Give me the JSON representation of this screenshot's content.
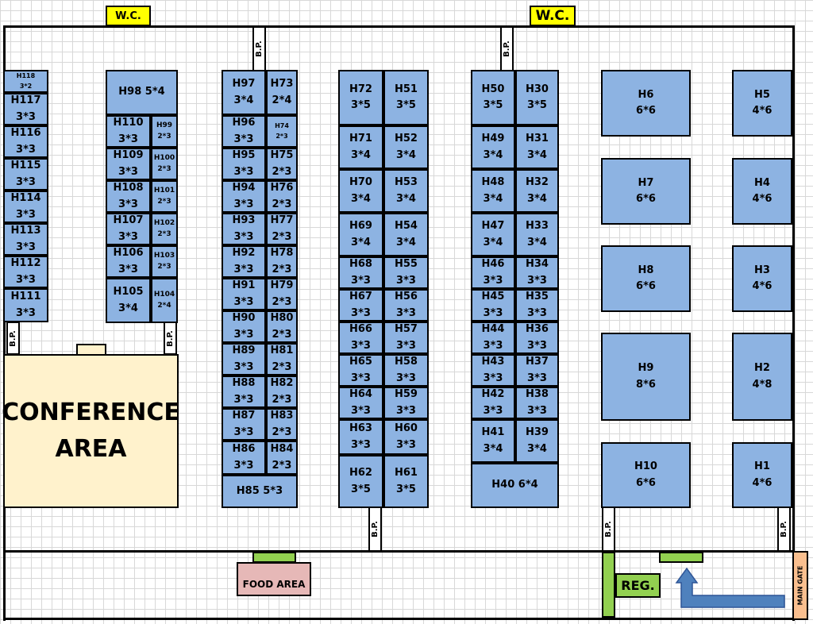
{
  "wc": [
    "W.C.",
    "W.C."
  ],
  "bp": "B.P.",
  "conference": [
    "CONFERENCE",
    "AREA"
  ],
  "food_area": "FOOD AREA",
  "registration": "REG.",
  "main_gate": "MAIN GATE",
  "booths": {
    "H1": [
      "H1",
      "4*6"
    ],
    "H2": [
      "H2",
      "4*8"
    ],
    "H3": [
      "H3",
      "4*6"
    ],
    "H4": [
      "H4",
      "4*6"
    ],
    "H5": [
      "H5",
      "4*6"
    ],
    "H6": [
      "H6",
      "6*6"
    ],
    "H7": [
      "H7",
      "6*6"
    ],
    "H8": [
      "H8",
      "6*6"
    ],
    "H9": [
      "H9",
      "8*6"
    ],
    "H10": [
      "H10",
      "6*6"
    ],
    "H30": [
      "H30",
      "3*5"
    ],
    "H31": [
      "H31",
      "3*4"
    ],
    "H32": [
      "H32",
      "3*4"
    ],
    "H33": [
      "H33",
      "3*4"
    ],
    "H34": [
      "H34",
      "3*3"
    ],
    "H35": [
      "H35",
      "3*3"
    ],
    "H36": [
      "H36",
      "3*3"
    ],
    "H37": [
      "H37",
      "3*3"
    ],
    "H38": [
      "H38",
      "3*3"
    ],
    "H39": [
      "H39",
      "3*4"
    ],
    "H40": [
      "H40  6*4"
    ],
    "H41": [
      "H41",
      "3*4"
    ],
    "H42": [
      "H42",
      "3*3"
    ],
    "H43": [
      "H43",
      "3*3"
    ],
    "H44": [
      "H44",
      "3*3"
    ],
    "H45": [
      "H45",
      "3*3"
    ],
    "H46": [
      "H46",
      "3*3"
    ],
    "H47": [
      "H47",
      "3*4"
    ],
    "H48": [
      "H48",
      "3*4"
    ],
    "H49": [
      "H49",
      "3*4"
    ],
    "H50": [
      "H50",
      "3*5"
    ],
    "H51": [
      "H51",
      "3*5"
    ],
    "H52": [
      "H52",
      "3*4"
    ],
    "H53": [
      "H53",
      "3*4"
    ],
    "H54": [
      "H54",
      "3*4"
    ],
    "H55": [
      "H55",
      "3*3"
    ],
    "H56": [
      "H56",
      "3*3"
    ],
    "H57": [
      "H57",
      "3*3"
    ],
    "H58": [
      "H58",
      "3*3"
    ],
    "H59": [
      "H59",
      "3*3"
    ],
    "H60": [
      "H60",
      "3*3"
    ],
    "H61": [
      "H61",
      "3*5"
    ],
    "H62": [
      "H62",
      "3*5"
    ],
    "H63": [
      "H63",
      "3*3"
    ],
    "H64": [
      "H64",
      "3*3"
    ],
    "H65": [
      "H65",
      "3*3"
    ],
    "H66": [
      "H66",
      "3*3"
    ],
    "H67": [
      "H67",
      "3*3"
    ],
    "H68": [
      "H68",
      "3*3"
    ],
    "H69": [
      "H69",
      "3*4"
    ],
    "H70": [
      "H70",
      "3*4"
    ],
    "H71": [
      "H71",
      "3*4"
    ],
    "H72": [
      "H72",
      "3*5"
    ],
    "H73": [
      "H73",
      "2*4"
    ],
    "H74": [
      "H74",
      "2*3"
    ],
    "H75": [
      "H75",
      "2*3"
    ],
    "H76": [
      "H76",
      "2*3"
    ],
    "H77": [
      "H77",
      "2*3"
    ],
    "H78": [
      "H78",
      "2*3"
    ],
    "H79": [
      "H79",
      "2*3"
    ],
    "H80": [
      "H80",
      "2*3"
    ],
    "H81": [
      "H81",
      "2*3"
    ],
    "H82": [
      "H82",
      "2*3"
    ],
    "H83": [
      "H83",
      "2*3"
    ],
    "H84": [
      "H84",
      "2*3"
    ],
    "H85": [
      "H85  5*3"
    ],
    "H86": [
      "H86",
      "3*3"
    ],
    "H87": [
      "H87",
      "3*3"
    ],
    "H88": [
      "H88",
      "3*3"
    ],
    "H89": [
      "H89",
      "3*3"
    ],
    "H90": [
      "H90",
      "3*3"
    ],
    "H91": [
      "H91",
      "3*3"
    ],
    "H92": [
      "H92",
      "3*3"
    ],
    "H93": [
      "H93",
      "3*3"
    ],
    "H94": [
      "H94",
      "3*3"
    ],
    "H95": [
      "H95",
      "3*3"
    ],
    "H96": [
      "H96",
      "3*3"
    ],
    "H97": [
      "H97",
      "3*4"
    ],
    "H98": [
      "H98  5*4"
    ],
    "H99": [
      "H99",
      "2*3"
    ],
    "H100": [
      "H100",
      "2*3"
    ],
    "H101": [
      "H101",
      "2*3"
    ],
    "H102": [
      "H102",
      "2*3"
    ],
    "H103": [
      "H103",
      "2*3"
    ],
    "H104": [
      "H104",
      "2*4"
    ],
    "H105": [
      "H105",
      "3*4"
    ],
    "H106": [
      "H106",
      "3*3"
    ],
    "H107": [
      "H107",
      "3*3"
    ],
    "H108": [
      "H108",
      "3*3"
    ],
    "H109": [
      "H109",
      "3*3"
    ],
    "H110": [
      "H110",
      "3*3"
    ],
    "H111": [
      "H111",
      "3*3"
    ],
    "H112": [
      "H112",
      "3*3"
    ],
    "H113": [
      "H113",
      "3*3"
    ],
    "H114": [
      "H114",
      "3*3"
    ],
    "H115": [
      "H115",
      "3*3"
    ],
    "H116": [
      "H116",
      "3*3"
    ],
    "H117": [
      "H117",
      "3*3"
    ],
    "H118": [
      "H118",
      "3*2"
    ]
  },
  "colors": {
    "booth": "#8db3e2",
    "conference": "#fff2cc",
    "wc": "#ffff00",
    "green": "#92d050",
    "food": "#e6b8b7",
    "gate": "#fabf8f",
    "arrow": "#4f81bd"
  }
}
